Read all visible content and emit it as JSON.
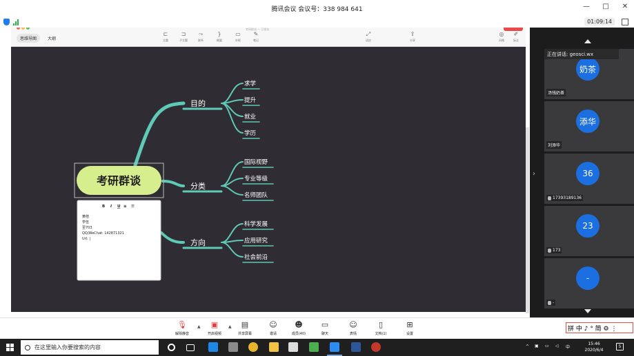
{
  "window": {
    "title": "腾讯会议  会议号：338 984 641",
    "timer": "01:09:14"
  },
  "mindmap": {
    "view_tabs": [
      "思维导图",
      "大纲"
    ],
    "doc_title": "考研群谈  —  已保存",
    "tools": [
      "主题",
      "子主题",
      "联系",
      "概要",
      "外框",
      "笔记",
      "适应",
      "分享",
      "风格",
      "标注"
    ],
    "root": "考研群谈",
    "branches": [
      {
        "label": "目的",
        "children": [
          "求学",
          "提升",
          "就业",
          "学历"
        ]
      },
      {
        "label": "分类",
        "children": [
          "国际视野",
          "专业等级",
          "名师团队"
        ]
      },
      {
        "label": "方向",
        "children": [
          "科学发展",
          "应用研究",
          "社会前沿"
        ]
      }
    ],
    "note": {
      "format_buttons": [
        "B",
        "I",
        "U",
        "≡",
        "☰"
      ],
      "lines": [
        "黄桔",
        "学伍",
        "至703",
        "QQ/WeChat: 142871321",
        "Url: |"
      ]
    }
  },
  "panel": {
    "speaking": "正在讲话: geosci.wx",
    "participants": [
      {
        "avatar": "奶茶",
        "name": "汤钱奶茶"
      },
      {
        "avatar": "添华",
        "name": "刘添华"
      },
      {
        "avatar": "36",
        "name": "17393189136"
      },
      {
        "avatar": "23",
        "name": "173"
      },
      {
        "avatar": "-",
        "name": "-"
      }
    ]
  },
  "controls": [
    "解除静音",
    "开启视频",
    "共享屏幕",
    "邀请",
    "成员(40)",
    "聊天",
    "表情",
    "文档(1)",
    "设置"
  ],
  "tray_mini": "拼 中 ♪ ° 简 ⚙ ⋮",
  "taskbar": {
    "search_placeholder": "在这里输入你要搜索的内容",
    "time": "15:46",
    "date": "2020/6/4",
    "notif": "5"
  },
  "colors": {
    "canvas": "#2f2d33",
    "branch": "#5fcab5",
    "root_fill": "#d7ee8f",
    "avatar": "#1b6fe0"
  }
}
